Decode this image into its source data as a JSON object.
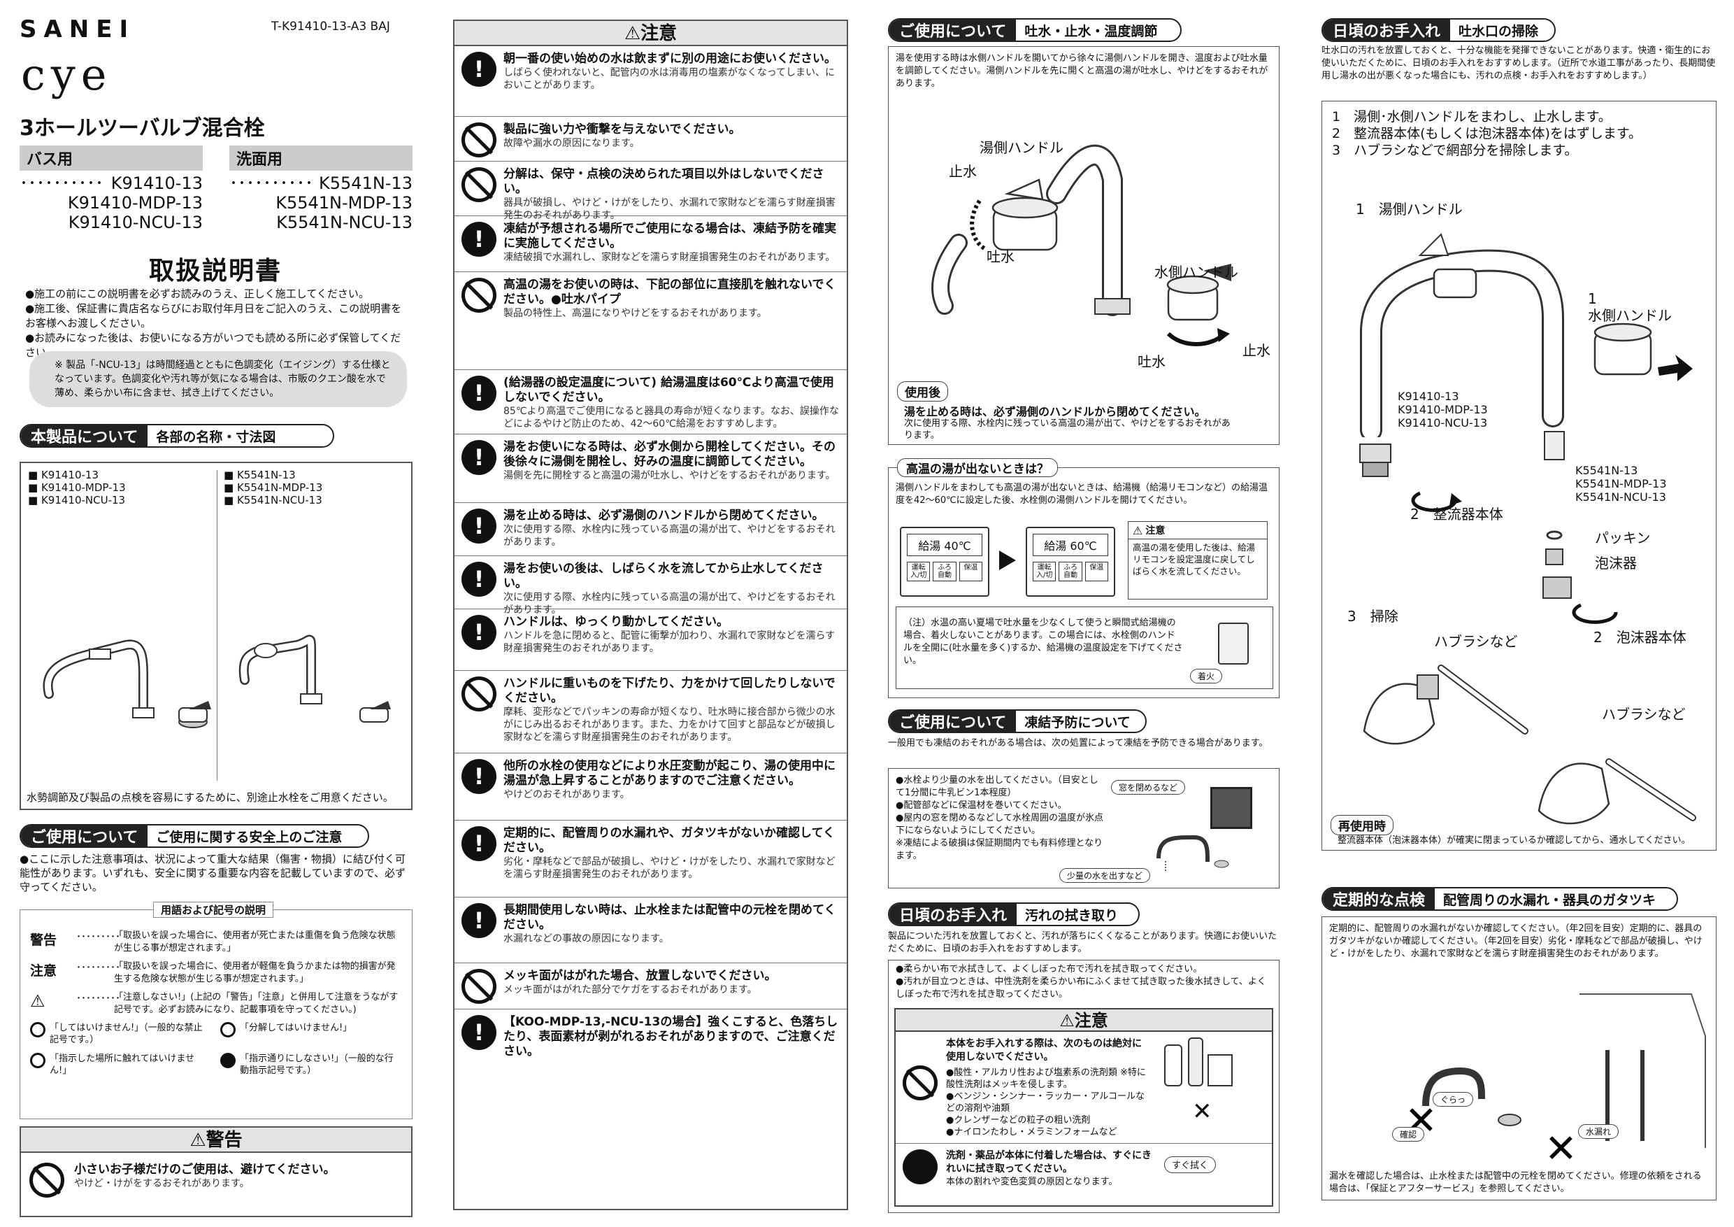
{
  "header": {
    "brand": "SANEI",
    "doc_code": "T-K91410-13-A3 BAJ",
    "series": "cye",
    "product": "3ホールツーバルブ混合栓",
    "manual_title": "取扱説明書"
  },
  "models": {
    "bath_label": "バス用",
    "bath_dots": "･･････････",
    "bath": [
      "K91410-13",
      "K91410-MDP-13",
      "K91410-NCU-13"
    ],
    "basin_label": "洗面用",
    "basin_dots": "･･････････",
    "basin": [
      "K5541N-13",
      "K5541N-MDP-13",
      "K5541N-NCU-13"
    ]
  },
  "intro_bullets": [
    "●施工の前にこの説明書を必ずお読みのうえ、正しく施工してください。",
    "●施工後、保証書に貴店名ならびにお取付年月日をご記入のうえ、この説明書をお客様へお渡しください。",
    "●お読みになった後は、お使いになる方がいつでも読める所に必ず保管してください。"
  ],
  "ncu_note": "※ 製品「-NCU-13」は時間経過とともに色調変化（エイジング）する仕様となっています。色調変化や汚れ等が気になる場合は、市販のクエン酸を水で薄め、柔らかい布に含ませ、拭き上げてください。",
  "sec_product": {
    "dark": "本製品について",
    "light": "各部の名称・寸法図",
    "left_models": [
      "■ K91410-13",
      "■ K91410-MDP-13",
      "■ K91410-NCU-13"
    ],
    "right_models": [
      "■ K5541N-13",
      "■ K5541N-MDP-13",
      "■ K5541N-NCU-13"
    ],
    "footnote": "水勢調節及び製品の点検を容易にするために、別途止水栓をご用意ください。"
  },
  "sec_safety": {
    "dark": "ご使用について",
    "light": "ご使用に関する安全上のご注意",
    "intro": "●ここに示した注意事項は、状況によって重大な結果（傷害・物損）に結び付く可能性があります。いずれも、安全に関する重要な内容を記載していますので、必ず守ってください。",
    "glossary_title": "用語および記号の説明",
    "terms": [
      {
        "k": "警告",
        "v": "「取扱いを誤った場合に、使用者が死亡または重傷を負う危険な状態が生じる事が想定されます。」"
      },
      {
        "k": "注意",
        "v": "「取扱いを誤った場合に、使用者が軽傷を負うかまたは物的損害が発生する危険な状態が生じる事が想定されます。」"
      },
      {
        "k": "⚠",
        "v": "「注意しなさい!」(上記の「警告」「注意」と併用して注意をうながす記号です。必ずお読みになり、記載事項を守ってください。)"
      }
    ],
    "symbols": [
      {
        "t": "「してはいけません!」（一般的な禁止記号です。）"
      },
      {
        "t": "「分解してはいけません!」"
      },
      {
        "t": "「指示した場所に触れてはいけません!」"
      },
      {
        "t": "「指示通りにしなさい!」（一般的な行動指示記号です。）"
      }
    ]
  },
  "warning": {
    "title": "⚠警告",
    "h": "小さいお子様だけのご使用は、避けてください。",
    "d": "やけど・けがをするおそれがあります。"
  },
  "caution": {
    "title": "⚠注意",
    "rows": [
      {
        "kind": "must",
        "h": "朝一番の使い始めの水は飲まずに別の用途にお使いください。",
        "d": "しばらく使われないと、配管内の水は消毒用の塩素がなくなってしまい、においことがあります。"
      },
      {
        "kind": "no",
        "h": "製品に強い力や衝撃を与えないでください。",
        "d": "故障や漏水の原因になります。"
      },
      {
        "kind": "no",
        "h": "分解は、保守・点検の決められた項目以外はしないでください。",
        "d": "器具が破損し、やけど・けがをしたり、水漏れで家財などを濡らす財産損害発生のおそれがあります。"
      },
      {
        "kind": "must",
        "h": "凍結が予想される場所でご使用になる場合は、凍結予防を確実に実施してください。",
        "d": "凍結破損で水漏れし、家財などを濡らす財産損害発生のおそれがあります。"
      },
      {
        "kind": "no",
        "h": "高温の湯をお使いの時は、下記の部位に直接肌を触れないでください。●吐水パイプ",
        "d": "製品の特性上、高温になりやけどをするおそれがあります。"
      },
      {
        "kind": "must",
        "h": "(給湯器の設定温度について) 給湯温度は60℃より高温で使用しないでください。",
        "d": "85℃より高温でご使用になると器具の寿命が短くなります。なお、誤操作などによるやけど防止のため、42～60℃給湯をおすすめします。"
      },
      {
        "kind": "must",
        "h": "湯をお使いになる時は、必ず水側から開栓してください。その後徐々に湯側を開栓し、好みの温度に調節してください。",
        "d": "湯側を先に開栓すると高温の湯が吐水し、やけどをするおそれがあります。"
      },
      {
        "kind": "must",
        "h": "湯を止める時は、必ず湯側のハンドルから閉めてください。",
        "d": "次に使用する際、水栓内に残っている高温の湯が出て、やけどをするおそれがあります。"
      },
      {
        "kind": "must",
        "h": "湯をお使いの後は、しばらく水を流してから止水してください。",
        "d": "次に使用する際、水栓内に残っている高温の湯が出て、やけどをするおそれがあります。"
      },
      {
        "kind": "must",
        "h": "ハンドルは、ゆっくり動かしてください。",
        "d": "ハンドルを急に閉めると、配管に衝撃が加わり、水漏れで家財などを濡らす財産損害発生のおそれがあります。"
      },
      {
        "kind": "no",
        "h": "ハンドルに重いものを下げたり、力をかけて回したりしないでください。",
        "d": "摩耗、変形などでパッキンの寿命が短くなり、吐水時に接合部から微少の水がにじみ出るおそれがあります。また、力をかけて回すと部品などが破損し家財などを濡らす財産損害発生のおそれがあります。"
      },
      {
        "kind": "must",
        "h": "他所の水栓の使用などにより水圧変動が起こり、湯の使用中に湯温が急上昇することがありますのでご注意ください。",
        "d": "やけどのおそれがあります。"
      },
      {
        "kind": "must",
        "h": "定期的に、配管周りの水漏れや、ガタツキがないか確認してください。",
        "d": "劣化・摩耗などで部品が破損し、やけど・けがをしたり、水漏れで家財などを濡らす財産損害発生のおそれがあります。"
      },
      {
        "kind": "must",
        "h": "長期間使用しない時は、止水栓または配管中の元栓を閉めてください。",
        "d": "水漏れなどの事故の原因になります。"
      },
      {
        "kind": "no",
        "h": "メッキ面がはがれた場合、放置しないでください。",
        "d": "メッキ面がはがれた部分でケガをするおそれがあります。"
      },
      {
        "kind": "must",
        "h": "【KOO-MDP-13,-NCU-13の場合】強くこすると、色落ちしたり、表面素材が剥がれるおそれがありますので、ご注意ください。",
        "d": ""
      }
    ]
  },
  "sec_use": {
    "dark": "ご使用について",
    "light": "吐水・止水・温度調節",
    "intro": "湯を使用する時は水側ハンドルを開いてから徐々に湯側ハンドルを開き、温度および吐水量を調節してください。湯側ハンドルを先に開くと高温の湯が吐水し、やけどをするおそれがあります。",
    "labels": {
      "hot": "湯側ハンドル",
      "stop": "止水",
      "spout": "吐水",
      "cold": "水側ハンドル"
    },
    "after_pill": "使用後",
    "after_h": "湯を止める時は、必ず湯側のハンドルから閉めてください。",
    "after_d": "次に使用する際、水栓内に残っている高温の湯が出て、やけどをするおそれがあります。"
  },
  "sec_hot": {
    "title": "高温の湯が出ないときは？",
    "intro": "湯側ハンドルをまわしても高温の湯が出ないときは、給湯機（給湯リモコンなど）の給湯温度を42～60℃に設定した後、水栓側の湯側ハンドルを開けてください。",
    "panel1": "給湯 40℃",
    "panel2": "給湯 60℃",
    "btns": [
      "運転入/切",
      "ふろ自動",
      "保温"
    ],
    "caution_title": "注意",
    "caution_text": "高温の湯を使用した後は、給湯リモコンを設定温度に戻してしばらく水を流してください。",
    "note": "（注）水温の高い夏場で吐水量を少なくして使うと瞬間式給湯機の場合、着火しないことがあります。この場合には、水栓側のハンドルを全開に(吐水量を多く)するか、給湯機の温度設定を下げてください。",
    "ignite": "着火"
  },
  "sec_freeze": {
    "dark": "ご使用について",
    "light": "凍結予防について",
    "intro": "一般用でも凍結のおそれがある場合は、次の処置によって凍結を予防できる場合があります。",
    "items": [
      "●水栓より少量の水を出してください。（目安として1分間に牛乳ビン1本程度）",
      "●配管部などに保温材を巻いてください。",
      "●屋内の窓を閉めるなどして水栓周囲の温度が氷点下にならないようにしてください。",
      "※凍結による破損は保証期間内でも有料修理となります。"
    ],
    "pill1": "窓を閉めるなど",
    "pill2": "少量の水を出すなど"
  },
  "sec_clean": {
    "dark": "日頃のお手入れ",
    "light": "汚れの拭き取り",
    "intro": "製品についた汚れを放置しておくと、汚れが落ちにくくなることがあります。快適にお使いいただくために、日頃のお手入れをおすすめします。",
    "items": [
      "●柔らかい布で水拭きして、よくしぼった布で汚れを拭き取ってください。",
      "●汚れが目立つときは、中性洗剤を柔らかい布にふくませて拭き取った後水拭きして、よくしぼった布で汚れを拭き取ってください。"
    ],
    "caution_title": "⚠注意",
    "c1_h": "本体をお手入れする際は、次のものは絶対に使用しないでください。",
    "c1_items": [
      "●酸性・アルカリ性および塩素系の洗剤類 ※特に酸性洗剤はメッキを侵します。",
      "●ベンジン・シンナー・ラッカー・アルコールなどの溶剤や油類",
      "●クレンザーなどの粒子の粗い洗剤",
      "●ナイロンたわし・メラミンフォームなど"
    ],
    "c2_h": "洗剤・薬品が本体に付着した場合は、すぐにきれいに拭き取ってください。",
    "c2_d": "本体の割れや変色変質の原因となります。",
    "c2_pill": "すぐ拭く"
  },
  "sec_spout": {
    "dark": "日頃のお手入れ",
    "light": "吐水口の掃除",
    "intro": "吐水口の汚れを放置しておくと、十分な機能を発揮できないことがあります。快適・衛生的にお使いいただくために、日頃のお手入れをおすすめします。（近所で水道工事があったり、長期間使用し湯水の出が悪くなった場合にも、汚れの点検・お手入れをおすすめします。）",
    "steps": [
      "1　湯側･水側ハンドルをまわし、止水します。",
      "2　整流器本体(もしくは泡沫器本体)をはずします。",
      "3　ハブラシなどで網部分を掃除します。"
    ],
    "l_hot": "1　湯側ハンドル",
    "l_cold": "1\n水側ハンドル",
    "models_a": [
      "K91410-13",
      "K91410-MDP-13",
      "K91410-NCU-13"
    ],
    "models_b": [
      "K5541N-13",
      "K5541N-MDP-13",
      "K5541N-NCU-13"
    ],
    "l_rect": "2　整流器本体",
    "l_pack": "パッキン",
    "l_foam": "泡沫器",
    "l_clean": "3　掃除",
    "l_brush": "ハブラシなど",
    "l_foam_body": "2　泡沫器本体",
    "l_brush2": "ハブラシなど",
    "reuse_pill": "再使用時",
    "reuse": "整流器本体（泡沫器本体）が確実に閉まっているか確認してから、通水してください。"
  },
  "sec_check": {
    "dark": "定期的な点検",
    "light": "配管周りの水漏れ・器具のガタツキ",
    "intro": "定期的に、配管周りの水漏れがないか確認してください。（年2回を目安）定期的に、器具のガタツキがないか確認してください。（年2回を目安）劣化・摩耗などで部品が破損し、やけど・けがをしたり、水漏れで家財などを濡らす財産損害発生のおそれがあります。",
    "tag1": "ぐらっ",
    "tag2": "確認",
    "tag3": "水漏れ",
    "foot": "漏水を確認した場合は、止水栓または配管中の元栓を閉めてください。修理の依頼をされる場合は、「保証とアフターサービス」を参照してください。"
  }
}
